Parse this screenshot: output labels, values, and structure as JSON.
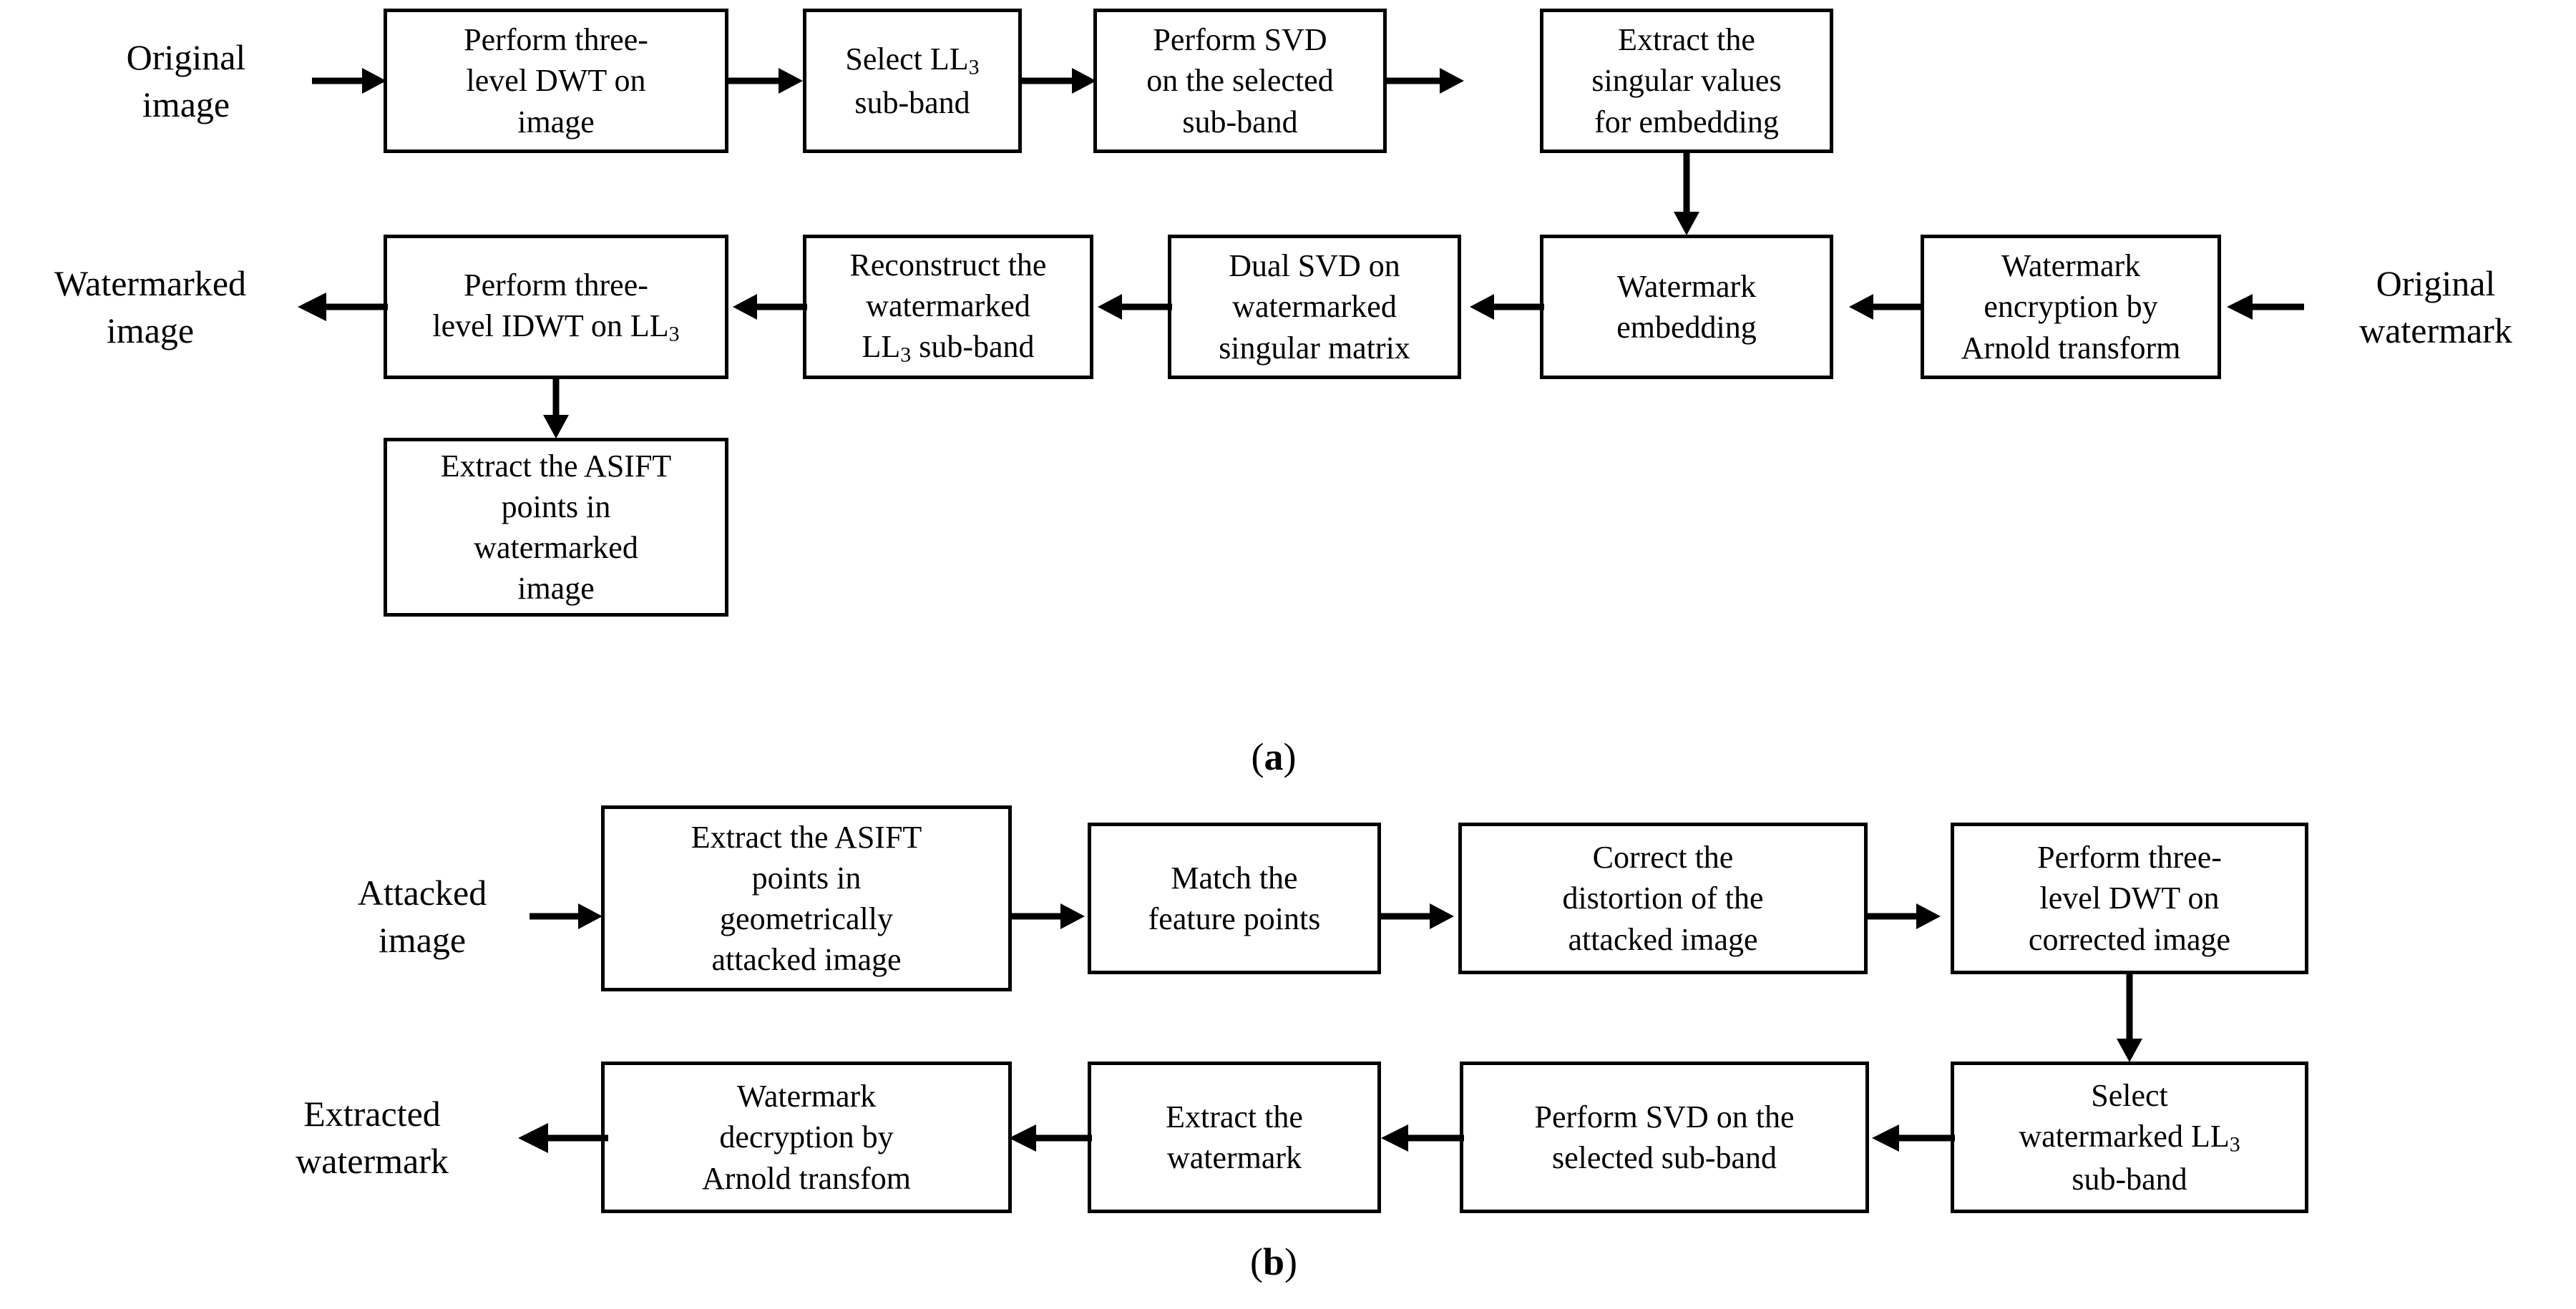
{
  "figure": {
    "panels": [
      {
        "id": "a",
        "caption": "(a)",
        "caption_emphasis": "a",
        "terminals": [
          {
            "name": "input-original-image",
            "text": "Original image"
          },
          {
            "name": "output-watermarked-image",
            "text": "Watermarked image"
          },
          {
            "name": "input-original-watermark",
            "text": "Original watermark"
          }
        ],
        "nodes": [
          {
            "id": "a1",
            "text": "Perform three-level DWT on image"
          },
          {
            "id": "a2",
            "text": "Select LL3 sub-band",
            "sub": {
              "base": "Select LL",
              "sub": "3",
              "tail": " sub-band"
            }
          },
          {
            "id": "a3",
            "text": "Perform SVD on the selected sub-band"
          },
          {
            "id": "a4",
            "text": "Extract the singular values for embedding"
          },
          {
            "id": "a5",
            "text": "Watermark embedding"
          },
          {
            "id": "a6",
            "text": "Watermark encryption by Arnold transform"
          },
          {
            "id": "a7",
            "text": "Dual SVD on watermarked singular matrix"
          },
          {
            "id": "a8",
            "text": "Reconstruct the watermarked LL3 sub-band",
            "sub": {
              "base": "Reconstruct the watermarked LL",
              "sub": "3",
              "tail": " sub-band"
            }
          },
          {
            "id": "a9",
            "text": "Perform three-level IDWT on LL3",
            "sub": {
              "base": "Perform three-level IDWT on LL",
              "sub": "3",
              "tail": ""
            }
          },
          {
            "id": "a10",
            "text": "Extract the ASIFT points in watermarked image"
          }
        ]
      },
      {
        "id": "b",
        "caption": "(b)",
        "caption_emphasis": "b",
        "terminals": [
          {
            "name": "input-attacked-image",
            "text": "Attacked image"
          },
          {
            "name": "output-extracted-watermark",
            "text": "Extracted watermark"
          }
        ],
        "nodes": [
          {
            "id": "b1",
            "text": "Extract the ASIFT points in geometrically attacked image"
          },
          {
            "id": "b2",
            "text": "Match the feature points"
          },
          {
            "id": "b3",
            "text": "Correct the distortion of the attacked image"
          },
          {
            "id": "b4",
            "text": "Perform three-level DWT on corrected image"
          },
          {
            "id": "b5",
            "text": "Select watermarked LL3 sub-band",
            "sub": {
              "base": "Select watermarked LL",
              "sub": "3",
              "tail": " sub-band"
            }
          },
          {
            "id": "b6",
            "text": "Perform SVD on the selected sub-band"
          },
          {
            "id": "b7",
            "text": "Extract the watermark"
          },
          {
            "id": "b8",
            "text": "Watermark decryption by Arnold transfom"
          }
        ]
      }
    ],
    "colors": {
      "stroke": "#000000",
      "fill": "#ffffff",
      "text": "#000000"
    }
  },
  "panel_a": {
    "terminal_original_image": "Original\nimage",
    "terminal_original_image_l1": "Original",
    "terminal_original_image_l2": "image",
    "terminal_watermarked_image_l1": "Watermarked",
    "terminal_watermarked_image_l2": "image",
    "terminal_original_watermark_l1": "Original",
    "terminal_original_watermark_l2": "watermark",
    "n1_l1": "Perform three-",
    "n1_l2": "level DWT on",
    "n1_l3": "image",
    "n2_l1_base": "Select LL",
    "n2_l1_sub": "3",
    "n2_l2": "sub-band",
    "n3_l1": "Perform SVD",
    "n3_l2": "on the selected",
    "n3_l3": "sub-band",
    "n4_l1": "Extract the",
    "n4_l2": "singular values",
    "n4_l3": "for embedding",
    "n5_l1": "Watermark",
    "n5_l2": "embedding",
    "n6_l1": "Watermark",
    "n6_l2": "encryption by",
    "n6_l3": "Arnold transform",
    "n7_l1": "Dual SVD on",
    "n7_l2": "watermarked",
    "n7_l3": "singular matrix",
    "n8_l1": "Reconstruct the",
    "n8_l2": "watermarked",
    "n8_l3_base": "LL",
    "n8_l3_sub": "3",
    "n8_l3_tail": " sub-band",
    "n9_l1": "Perform three-",
    "n9_l2_base": "level IDWT on LL",
    "n9_l2_sub": "3",
    "n10_l1": "Extract the ASIFT",
    "n10_l2": "points in",
    "n10_l3": "watermarked",
    "n10_l4": "image",
    "caption": "(a)"
  },
  "panel_b": {
    "terminal_attacked_image_l1": "Attacked",
    "terminal_attacked_image_l2": "image",
    "terminal_extracted_watermark_l1": "Extracted",
    "terminal_extracted_watermark_l2": "watermark",
    "n1_l1": "Extract the ASIFT",
    "n1_l2": "points in",
    "n1_l3": "geometrically",
    "n1_l4": "attacked image",
    "n2_l1": "Match the",
    "n2_l2": "feature points",
    "n3_l1": "Correct the",
    "n3_l2": "distortion of the",
    "n3_l3": "attacked image",
    "n4_l1": "Perform three-",
    "n4_l2": "level DWT on",
    "n4_l3": "corrected image",
    "n5_l1": "Select",
    "n5_l2_base": "watermarked LL",
    "n5_l2_sub": "3",
    "n5_l3": "sub-band",
    "n6_l1": "Perform SVD on the",
    "n6_l2": "selected sub-band",
    "n7_l1": "Extract the",
    "n7_l2": "watermark",
    "n8_l1": "Watermark",
    "n8_l2": "decryption by",
    "n8_l3": "Arnold transfom",
    "caption": "(b)"
  }
}
